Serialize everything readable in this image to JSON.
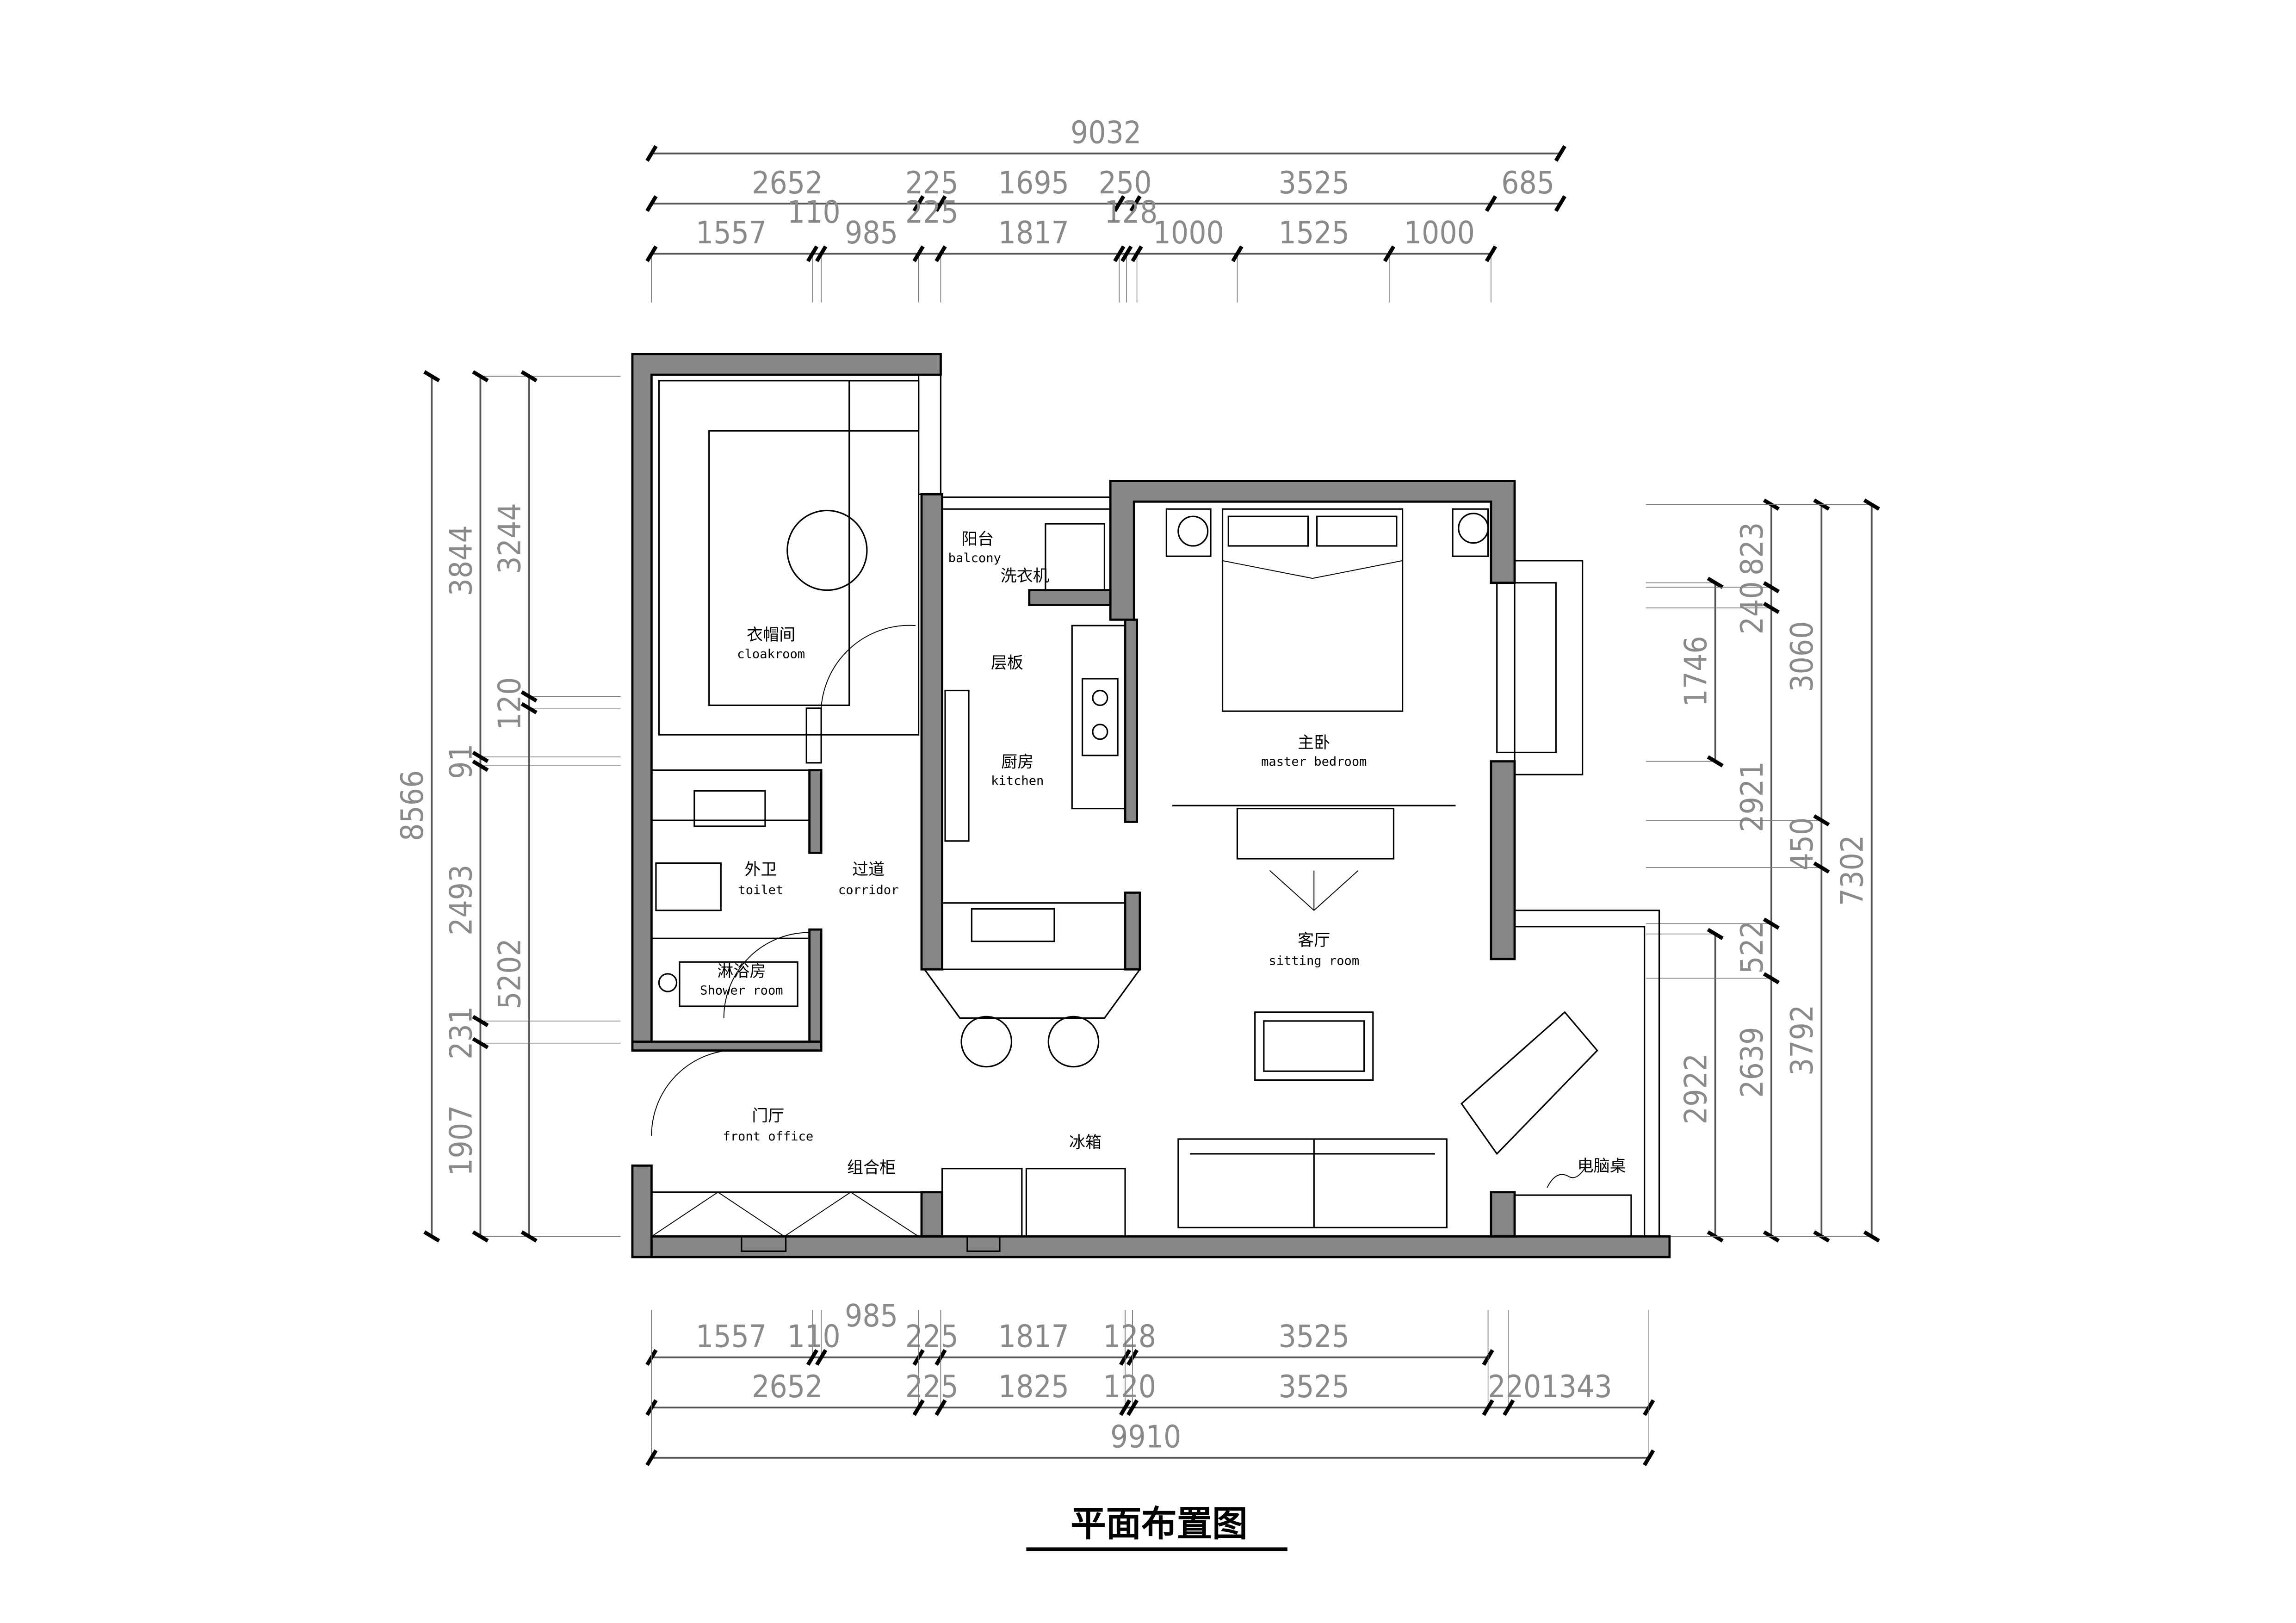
{
  "title": "平面布置图",
  "colors": {
    "wall_fill": "#878787",
    "line": "#000000",
    "dimension_text": "#8a8a8a"
  },
  "rooms": {
    "cloakroom": {
      "cn": "衣帽间",
      "en": "cloakroom"
    },
    "balcony": {
      "cn": "阳台",
      "en": "balcony"
    },
    "washing_machine": "洗衣机",
    "shelf": "层板",
    "kitchen": {
      "cn": "厨房",
      "en": "kitchen"
    },
    "master_bedroom": {
      "cn": "主卧",
      "en": "master bedroom"
    },
    "toilet": {
      "cn": "外卫",
      "en": "toilet"
    },
    "corridor": {
      "cn": "过道",
      "en": "corridor"
    },
    "shower_room": {
      "cn": "淋浴房",
      "en": "Shower room"
    },
    "sitting_room": {
      "cn": "客厅",
      "en": "sitting room"
    },
    "front_office": {
      "cn": "门厅",
      "en": "front office"
    },
    "combination_cabinet": "组合柜",
    "refrigerator": "冰箱",
    "computer_desk": "电脑桌"
  },
  "dimensions": {
    "top": {
      "overall": [
        "9032"
      ],
      "row2": [
        "2652",
        "225",
        "1695",
        "250",
        "3525",
        "685"
      ],
      "row3": [
        "1557",
        "110",
        "985",
        "225",
        "1817",
        "128",
        "1000",
        "1525",
        "1000"
      ]
    },
    "bottom": {
      "row1": [
        "1557",
        "110",
        "985",
        "225",
        "1817",
        "128",
        "3525"
      ],
      "row2": [
        "2652",
        "225",
        "1825",
        "120",
        "3525",
        "2201343"
      ],
      "overall": [
        "9910"
      ]
    },
    "left": {
      "overall": [
        "8566"
      ],
      "col2": [
        "3844",
        "91",
        "2493",
        "231",
        "1907"
      ],
      "col3": [
        "3244",
        "120",
        "5202"
      ]
    },
    "right": {
      "col1": [
        "1746",
        "2922"
      ],
      "col2": [
        "823",
        "240",
        "2921",
        "522",
        "2639"
      ],
      "col3": [
        "3060",
        "450",
        "3792"
      ],
      "overall": [
        "7302"
      ]
    }
  }
}
